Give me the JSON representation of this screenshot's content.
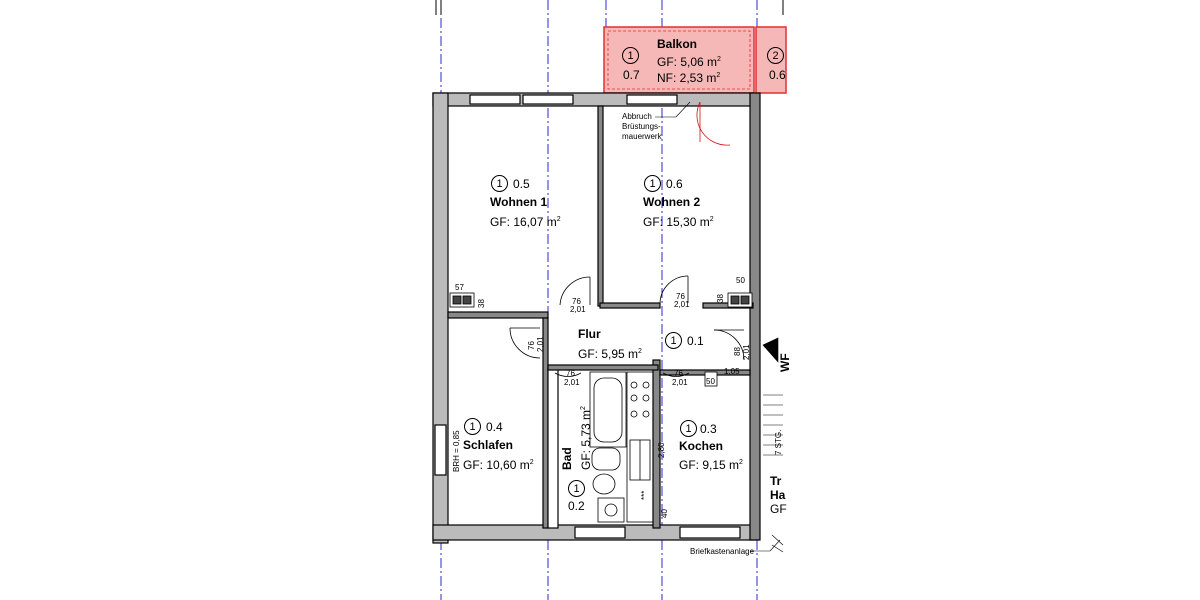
{
  "rooms": {
    "balkon": {
      "num": "1",
      "id": "0.7",
      "name": "Balkon",
      "gf": "GF: 5,06 m",
      "nf": "NF: 2,53 m"
    },
    "balkon2": {
      "num": "2",
      "id": "0.6"
    },
    "wohnen1": {
      "num": "1",
      "id": "0.5",
      "name": "Wohnen 1",
      "gf": "GF: 16,07 m"
    },
    "wohnen2": {
      "num": "1",
      "id": "0.6",
      "name": "Wohnen 2",
      "gf": "GF: 15,30 m"
    },
    "flur": {
      "num": "1",
      "id": "0.1",
      "name": "Flur",
      "gf": "GF: 5,95 m"
    },
    "schlafen": {
      "num": "1",
      "id": "0.4",
      "name": "Schlafen",
      "gf": "GF: 10,60 m"
    },
    "bad": {
      "num": "1",
      "id": "0.2",
      "name": "Bad",
      "gf": "GF: 5,73 m"
    },
    "kochen": {
      "num": "1",
      "id": "0.3",
      "name": "Kochen",
      "gf": "GF: 9,15 m"
    }
  },
  "unit_sup": "2",
  "annotations": {
    "abbruch": [
      "Abbruch",
      "Brüstungs-",
      "mauerwerk"
    ],
    "briefkasten": "Briefkastenanlage",
    "brh": "BRH = 0,85",
    "stg": "7 STG.",
    "wf": "WF",
    "tr": "Tr",
    "ha": "Ha",
    "gf_cut": "GF",
    "star": "***"
  },
  "dims": {
    "d57": "57",
    "d38a": "38",
    "d38b": "38",
    "d50": "50",
    "d76a": "76",
    "d201a": "2,01",
    "d76b": "76",
    "d201b": "2,01",
    "d76c": "76",
    "d201c": "2,01",
    "d88": "88",
    "d201d": "2,01",
    "d76d": "76",
    "d201e": "2,01",
    "d76e": "76",
    "d201f": "2,01",
    "d50b": "50",
    "d105": "1,05",
    "d280": "2,80",
    "d40": "40"
  },
  "colors": {
    "balkon_fill": "#f6b7b7",
    "balkon_stroke": "#e03030",
    "axis": "#2a2ad0",
    "hatch": "#ffd84a",
    "door_red": "#d01010"
  }
}
